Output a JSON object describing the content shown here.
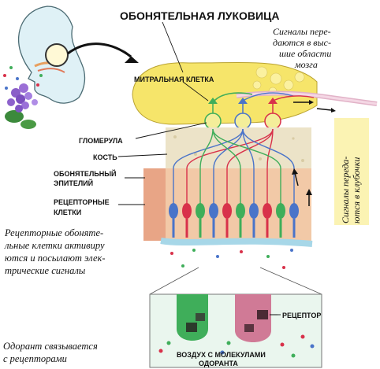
{
  "labels": {
    "olfactory_bulb": "ОБОНЯТЕЛЬНАЯ ЛУКОВИЦА",
    "mitral_cell": "МИТРАЛЬНАЯ КЛЕТКА",
    "glomerulus": "ГЛОМЕРУЛА",
    "bone": "КОСТЬ",
    "olfactory_epithelium": [
      "ОБОНЯТЕЛЬНЫЙ",
      "ЭПИТЕЛИЙ"
    ],
    "receptor_cells": [
      "РЕЦЕПТОРНЫЕ",
      "КЛЕТКИ"
    ],
    "receptor": "РЕЦЕПТОР",
    "air_with_molecules": [
      "ВОЗДУХ С МОЛЕКУЛАМИ",
      "ОДОРАНТА"
    ]
  },
  "captions": {
    "signals_higher": [
      "Сигналы пере-",
      "даются в выс-",
      "шие области",
      "мозга"
    ],
    "signals_glomeruli": [
      "Сигналы переда-",
      "ются в клубочки"
    ],
    "receptor_activation": [
      "Рецепторные обоняте-",
      "льные клетки активиру",
      "ются и посылают элек-",
      "трические сигналы"
    ],
    "odorant_binds": [
      "Одорант связывается",
      "с рецепторами"
    ]
  },
  "colors": {
    "bulb": "#f6e56a",
    "bone": "#ece3c8",
    "epithelium": "#f2c9a7",
    "green_cell": "#3fae5a",
    "blue_cell": "#4a74c9",
    "red_cell": "#d8314a",
    "inset_bg": "#eaf6ee",
    "caption_box": "#fbf3b3"
  }
}
